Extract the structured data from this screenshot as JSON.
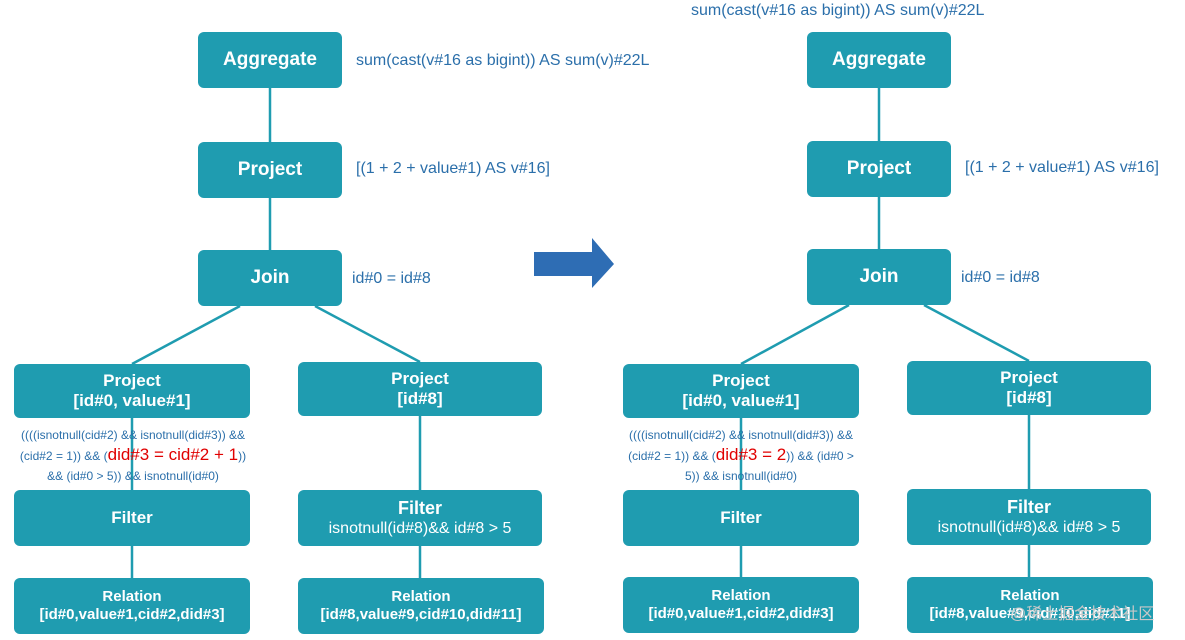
{
  "left_tree": {
    "aggregate": {
      "label": "Aggregate",
      "annotation": "sum(cast(v#16 as bigint)) AS sum(v)#22L"
    },
    "project_top": {
      "label": "Project",
      "annotation": "[(1 + 2 + value#1) AS v#16]"
    },
    "join": {
      "label": "Join",
      "annotation": "id#0 = id#8"
    },
    "project_left": {
      "line1": "Project",
      "line2": "[id#0, value#1]"
    },
    "project_right": {
      "line1": "Project",
      "line2": "[id#8]"
    },
    "condition": {
      "part1": "((((isnotnull(cid#2) && isnotnull(did#3)) &&",
      "part2": "(cid#2 = 1)) && (",
      "highlight": "did#3 = cid#2 + 1",
      "part3": "))",
      "part4": "&& (id#0 > 5)) && isnotnull(id#0)"
    },
    "filter_left": {
      "label": "Filter"
    },
    "filter_right": {
      "line1": "Filter",
      "line2": "isnotnull(id#8)&& id#8 > 5"
    },
    "relation_left": {
      "line1": "Relation",
      "line2": "[id#0,value#1,cid#2,did#3]"
    },
    "relation_right": {
      "line1": "Relation",
      "line2": "[id#8,value#9,cid#10,did#11]"
    }
  },
  "right_tree": {
    "aggregate": {
      "label": "Aggregate",
      "annotation": "sum(cast(v#16 as bigint)) AS sum(v)#22L"
    },
    "project_top": {
      "label": "Project",
      "annotation": "[(1 + 2 + value#1) AS v#16]"
    },
    "join": {
      "label": "Join",
      "annotation": "id#0 = id#8"
    },
    "project_left": {
      "line1": "Project",
      "line2": "[id#0, value#1]"
    },
    "project_right": {
      "line1": "Project",
      "line2": "[id#8]"
    },
    "condition": {
      "part1": "((((isnotnull(cid#2) && isnotnull(did#3)) &&",
      "part2": "(cid#2 = 1)) && (",
      "highlight": "did#3 = 2",
      "part3": ")) && (id#0 >",
      "part4": "5)) && isnotnull(id#0)"
    },
    "filter_left": {
      "label": "Filter"
    },
    "filter_right": {
      "line1": "Filter",
      "line2": "isnotnull(id#8)&& id#8 > 5"
    },
    "relation_left": {
      "line1": "Relation",
      "line2": "[id#0,value#1,cid#2,did#3]"
    },
    "relation_right": {
      "line1": "Relation",
      "line2": "[id#8,value#9,cid#10,did#11]"
    }
  },
  "watermark": "@稀土掘金技术社区",
  "colors": {
    "node": "#1f9cb0",
    "edge": "#1f9cb0",
    "annotation": "#2b6faa",
    "highlight": "#e00000",
    "arrow": "#2e6db4"
  }
}
